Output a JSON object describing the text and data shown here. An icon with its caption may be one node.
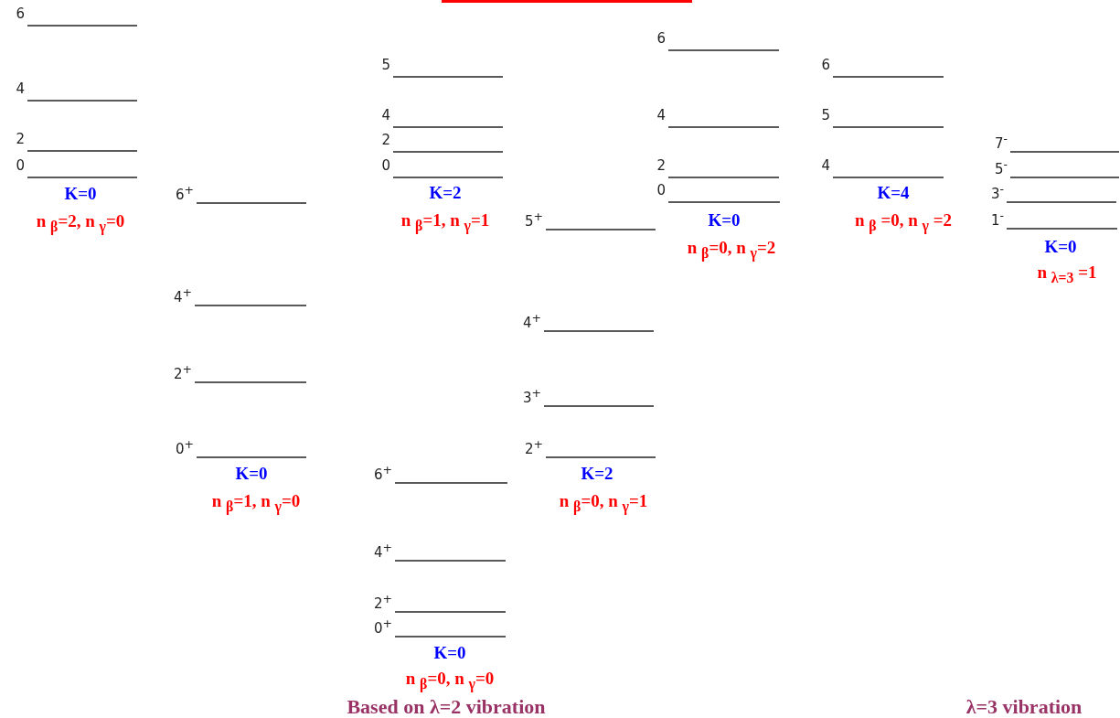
{
  "diagram": {
    "labels": [
      "6",
      "4",
      "2",
      "0",
      "K=0",
      "n $_{β}$=2, n $_{γ}$=0",
      "6$^{+}$",
      "4$^{+}$",
      "2$^{+}$",
      "0$^{+}$",
      "K=0",
      "n $_{β}$=1, n $_{γ}$=0",
      "5",
      "4",
      "2",
      "0",
      "K=2",
      "n $_{β}$=1, n $_{γ}$=1",
      "6$^{+}$",
      "4$^{+}$",
      "2$^{+}$",
      "0$^{+}$",
      "K=0",
      "n $_{β}$=0, n $_{γ}$=0",
      "5$^{+}$",
      "4$^{+}$",
      "3$^{+}$",
      "2$^{+}$",
      "K=2",
      "n $_{β}$=0, n $_{γ}$=1",
      "6",
      "4",
      "2",
      "0",
      "K=0",
      "n $_{β}$=0, n $_{γ}$=2",
      "6",
      "5",
      "4",
      "K=4",
      "n $_{β}$ =0, n $_{γ}$ =2",
      "7$^{-}$",
      "5$^{-}$",
      "3$^{-}$",
      "1$^{-}$",
      "K=0",
      "n $_{λ=3}$ =1",
      "Based on λ=2 vibration",
      "λ=3 vibration"
    ]
  }
}
